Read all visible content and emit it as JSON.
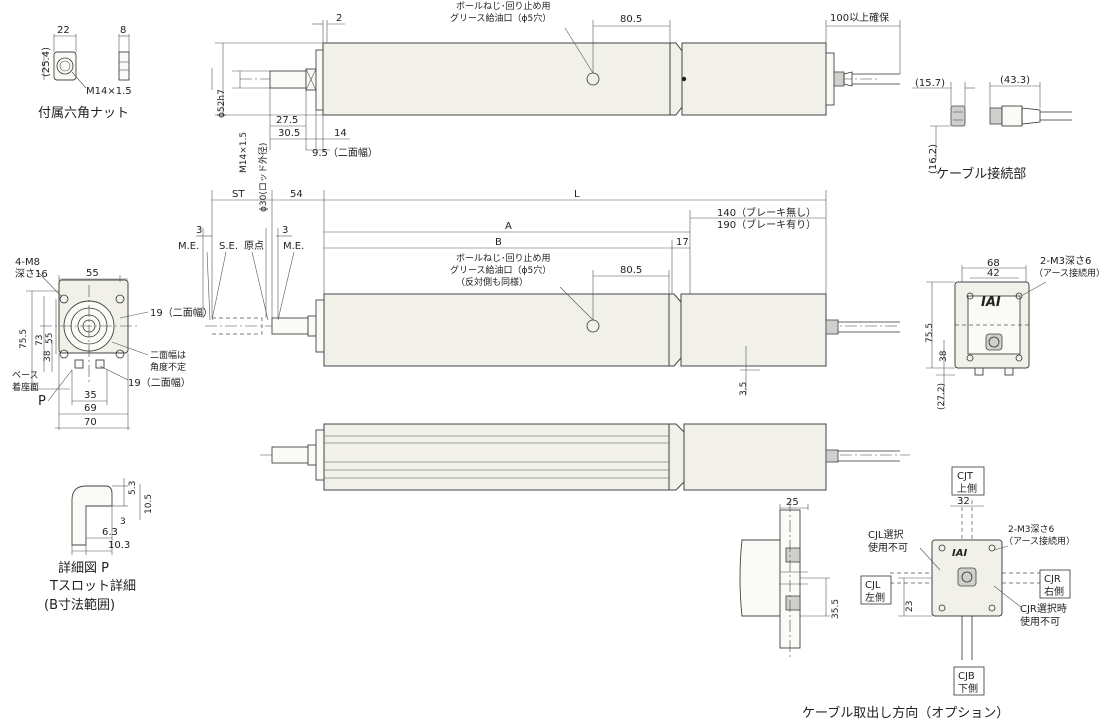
{
  "labels": {
    "nut_title": "付属六角ナット",
    "cable_conn_title": "ケーブル接続部",
    "detail_p_line1": "詳細図 P",
    "detail_p_line2": "Tスロット詳細",
    "detail_p_line3": "(B寸法範囲)",
    "cable_dir_title": "ケーブル取出し方向（オプション）",
    "grease_top_1": "ボールねじ･回り止め用",
    "grease_top_2": "グリース給油口（ϕ5穴）",
    "grease_mid_1": "ボールねじ･回り止め用",
    "grease_mid_2": "グリース給油口（ϕ5穴）",
    "grease_mid_3": "（反対側も同様）",
    "me_left": "M.E.",
    "se": "S.E.",
    "home": "原点",
    "me_right": "M.E.",
    "four_m8": "4-M8",
    "depth16": "深さ16",
    "nimen_19_a": "19（二面幅）",
    "nimen_angle_1": "二面幅は",
    "nimen_angle_2": "角度不定",
    "nimen_19_b": "19（二面幅）",
    "base_1": "ベース",
    "base_2": "着座面",
    "p_label": "P",
    "ground_top": "2-M3深さ6",
    "ground_top_2": "（アース接続用）",
    "ground_bot": "2-M3深さ6",
    "ground_bot_2": "（アース接続用）",
    "cjl_ng_1": "CJL選択",
    "cjl_ng_2": "使用不可",
    "cjr_ng_1": "CJR選択時",
    "cjr_ng_2": "使用不可",
    "cjt_1": "CJT",
    "cjt_2": "上側",
    "cjb_1": "CJB",
    "cjb_2": "下側",
    "cjl_1": "CJL",
    "cjl_2": "左側",
    "cjr_1": "CJR",
    "cjr_2": "右側",
    "logo": "IAI"
  },
  "dims": {
    "d22": "22",
    "d8": "8",
    "d254": "(25.4)",
    "m14_nut": "M14×1.5",
    "d2": "2",
    "d805_top": "80.5",
    "d100": "100以上確保",
    "phi52": "ϕ52h7",
    "m14_rod": "M14×1.5",
    "phi30": "ϕ30(ロッド外径)",
    "d275": "27.5",
    "d305": "30.5",
    "d14": "14",
    "d95": "9.5（二面幅）",
    "d157": "(15.7)",
    "d433": "(43.3)",
    "d162": "(16.2)",
    "st": "ST",
    "d54": "54",
    "L": "L",
    "d3a": "3",
    "d3b": "3",
    "A": "A",
    "B": "B",
    "d17": "17",
    "d140": "140（ブレーキ無し）",
    "d190": "190（ブレーキ有り）",
    "d805_mid": "80.5",
    "d35_side": "3.5",
    "d55": "55",
    "d755": "75.5",
    "d73": "73",
    "d55v": "55",
    "d38": "38",
    "d35": "35",
    "d69": "69",
    "d70": "70",
    "d68": "68",
    "d42": "42",
    "d755r": "75.5",
    "d38r": "38",
    "d272": "(27.2)",
    "d53": "5.3",
    "d105": "10.5",
    "dp3": "3",
    "d63": "6.3",
    "d103": "10.3",
    "d25": "25",
    "d355": "35.5",
    "d32": "32",
    "d23": "23"
  }
}
